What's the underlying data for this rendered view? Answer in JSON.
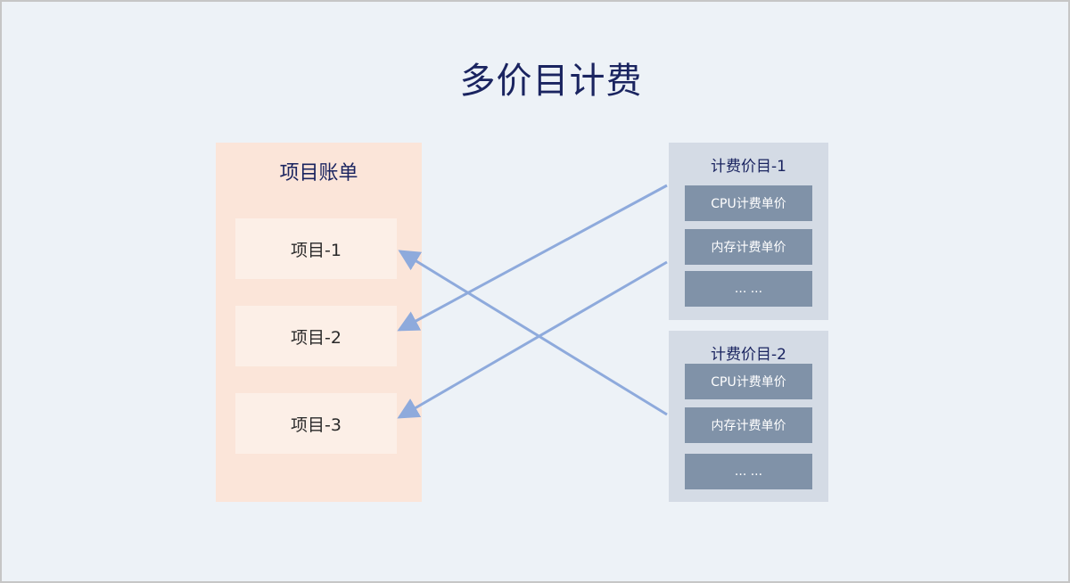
{
  "title": "多价目计费",
  "bill": {
    "title": "项目账单",
    "projects": [
      "项目-1",
      "项目-2",
      "项目-3"
    ]
  },
  "price_lists": [
    {
      "title": "计费价目-1",
      "items": [
        "CPU计费单价",
        "内存计费单价",
        "... ..."
      ]
    },
    {
      "title": "计费价目-2",
      "items": [
        "CPU计费单价",
        "内存计费单价",
        "... ..."
      ]
    }
  ],
  "colors": {
    "background": "#edf2f7",
    "title": "#1a2460",
    "bill_panel": "#fbe5d9",
    "project_box": "#fcefe7",
    "price_panel": "#d4dbe5",
    "price_item": "#8092a8",
    "arrow": "#8eaadc"
  }
}
